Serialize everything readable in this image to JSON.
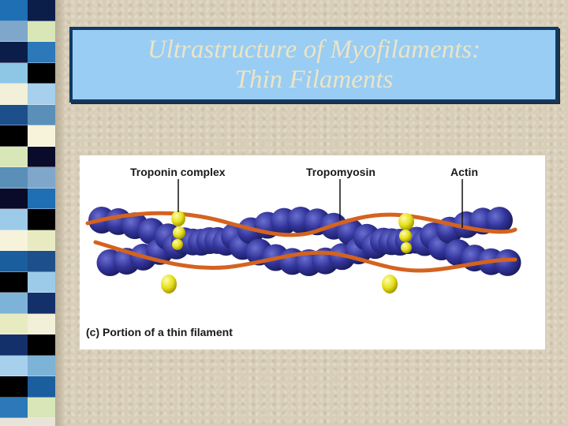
{
  "slide": {
    "title_line1": "Ultrastructure of Myofilaments:",
    "title_line2": "Thin Filaments"
  },
  "figure": {
    "labels": {
      "troponin": "Troponin complex",
      "tropomyosin": "Tropomyosin",
      "actin": "Actin"
    },
    "caption": "(c)  Portion of a thin filament",
    "colors": {
      "actin": "#2e2f8e",
      "tropomyosin": "#d4631f",
      "troponin": "#e6e01a"
    }
  },
  "decor": {
    "stripe_left": [
      "#1f6fb5",
      "#7fa7c9",
      "#0b1e4a",
      "#8ec6e6",
      "#f2f0d8",
      "#1d4f8a",
      "#000000",
      "#d9e6b8",
      "#5a8fb8",
      "#0a0a2a",
      "#9ccbea",
      "#f6f3da",
      "#1b5e9e",
      "#000000",
      "#7eb3d8",
      "#e8eac0",
      "#14306a",
      "#a6d0ec",
      "#000000",
      "#2c78b8"
    ],
    "stripe_right": [
      "#0b1e4a",
      "#d9e6b8",
      "#2c78b8",
      "#000000",
      "#a6d0ec",
      "#5a8fb8",
      "#f6f3da",
      "#0a0a2a",
      "#7fa7c9",
      "#1f6fb5",
      "#000000",
      "#e8eac0",
      "#1d4f8a",
      "#9ccbea",
      "#14306a",
      "#f2f0d8",
      "#000000",
      "#7eb3d8",
      "#1b5e9e",
      "#d9e6b8"
    ]
  }
}
